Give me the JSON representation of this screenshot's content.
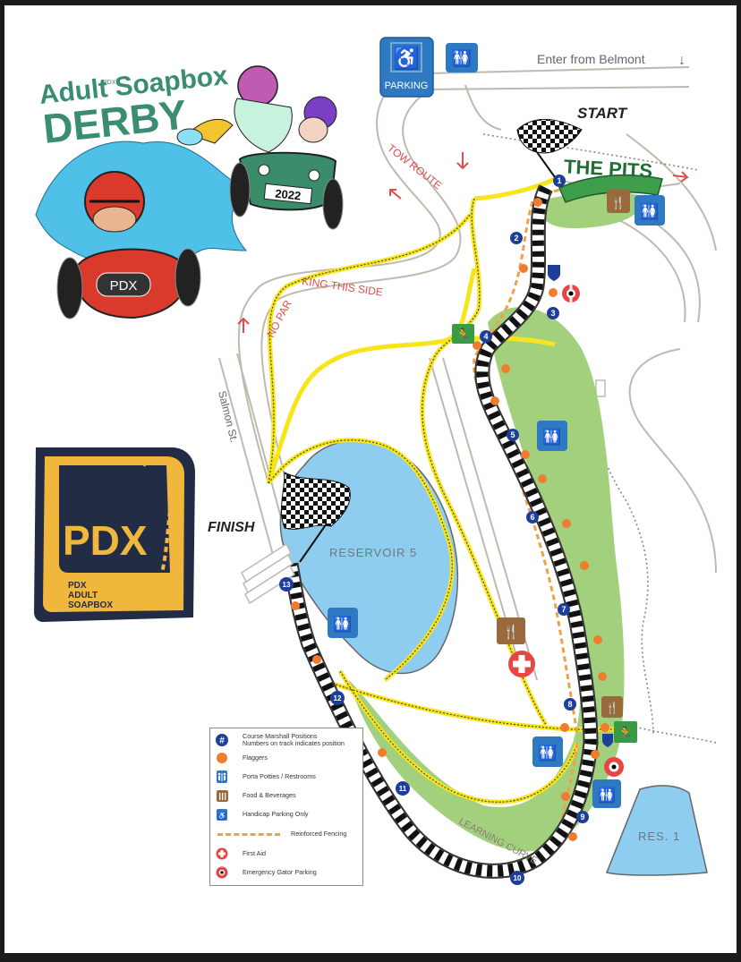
{
  "map": {
    "title_logo": {
      "line1": "Adult Soapbox",
      "superscript": "PDX",
      "line2": "DERBY",
      "car_plate": "2022",
      "kart_badge": "PDX"
    },
    "badge_logo": {
      "big": "PDX",
      "lines": [
        "PDX",
        "ADULT",
        "SOAPBOX"
      ]
    },
    "labels": {
      "enter": "Enter from Belmont",
      "enter_arrow": "↓",
      "start": "START",
      "finish": "FINISH",
      "pits": "THE PITS",
      "tow_route": "TOW ROUTE",
      "no_parking": "NO PARKING THIS SIDE",
      "street": "Salmon St.",
      "reservoir5": "RESERVOIR 5",
      "res1": "RES. 1",
      "learning_curve": "LEARNING CURVE",
      "parking": "PARKING"
    },
    "marshal_positions": [
      "1",
      "2",
      "3",
      "4",
      "5",
      "6",
      "7",
      "8",
      "9",
      "10",
      "11",
      "12",
      "13"
    ],
    "colors": {
      "marshal_blue": "#1d3f9a",
      "flagger_orange": "#f07d2e",
      "restroom_blue": "#2f78c2",
      "food_brown": "#9a6a3c",
      "first_aid_red": "#e84545",
      "grass_green": "#9fcd78",
      "water_blue": "#8fcdf0",
      "pits_green": "#3f9e4c",
      "path_yellow": "#f7e51a",
      "fence_orange": "#f1a04a",
      "road_gray": "#b9b4aa",
      "exit_green": "#3b9b44",
      "logo_teal": "#3a8d72",
      "badge_navy": "#232c45",
      "badge_gold": "#f1b73c"
    }
  },
  "legend": {
    "items": [
      {
        "icon": "marshal-icon",
        "glyph": "#",
        "label": "Course Marshall Positions",
        "sublabel": "Numbers on track indicates position"
      },
      {
        "icon": "flagger-icon",
        "label": "Flaggers"
      },
      {
        "icon": "restroom-icon",
        "label": "Porta Potties / Restrooms"
      },
      {
        "icon": "food-icon",
        "label": "Food & Beverages"
      },
      {
        "icon": "handicap-icon",
        "label": "Handicap Parking Only"
      },
      {
        "icon": "fence-icon",
        "label": "Reinforced Fencing"
      },
      {
        "icon": "first-aid-icon",
        "label": "First Aid"
      },
      {
        "icon": "gator-icon",
        "label": "Emergency Gator Parking"
      }
    ]
  }
}
